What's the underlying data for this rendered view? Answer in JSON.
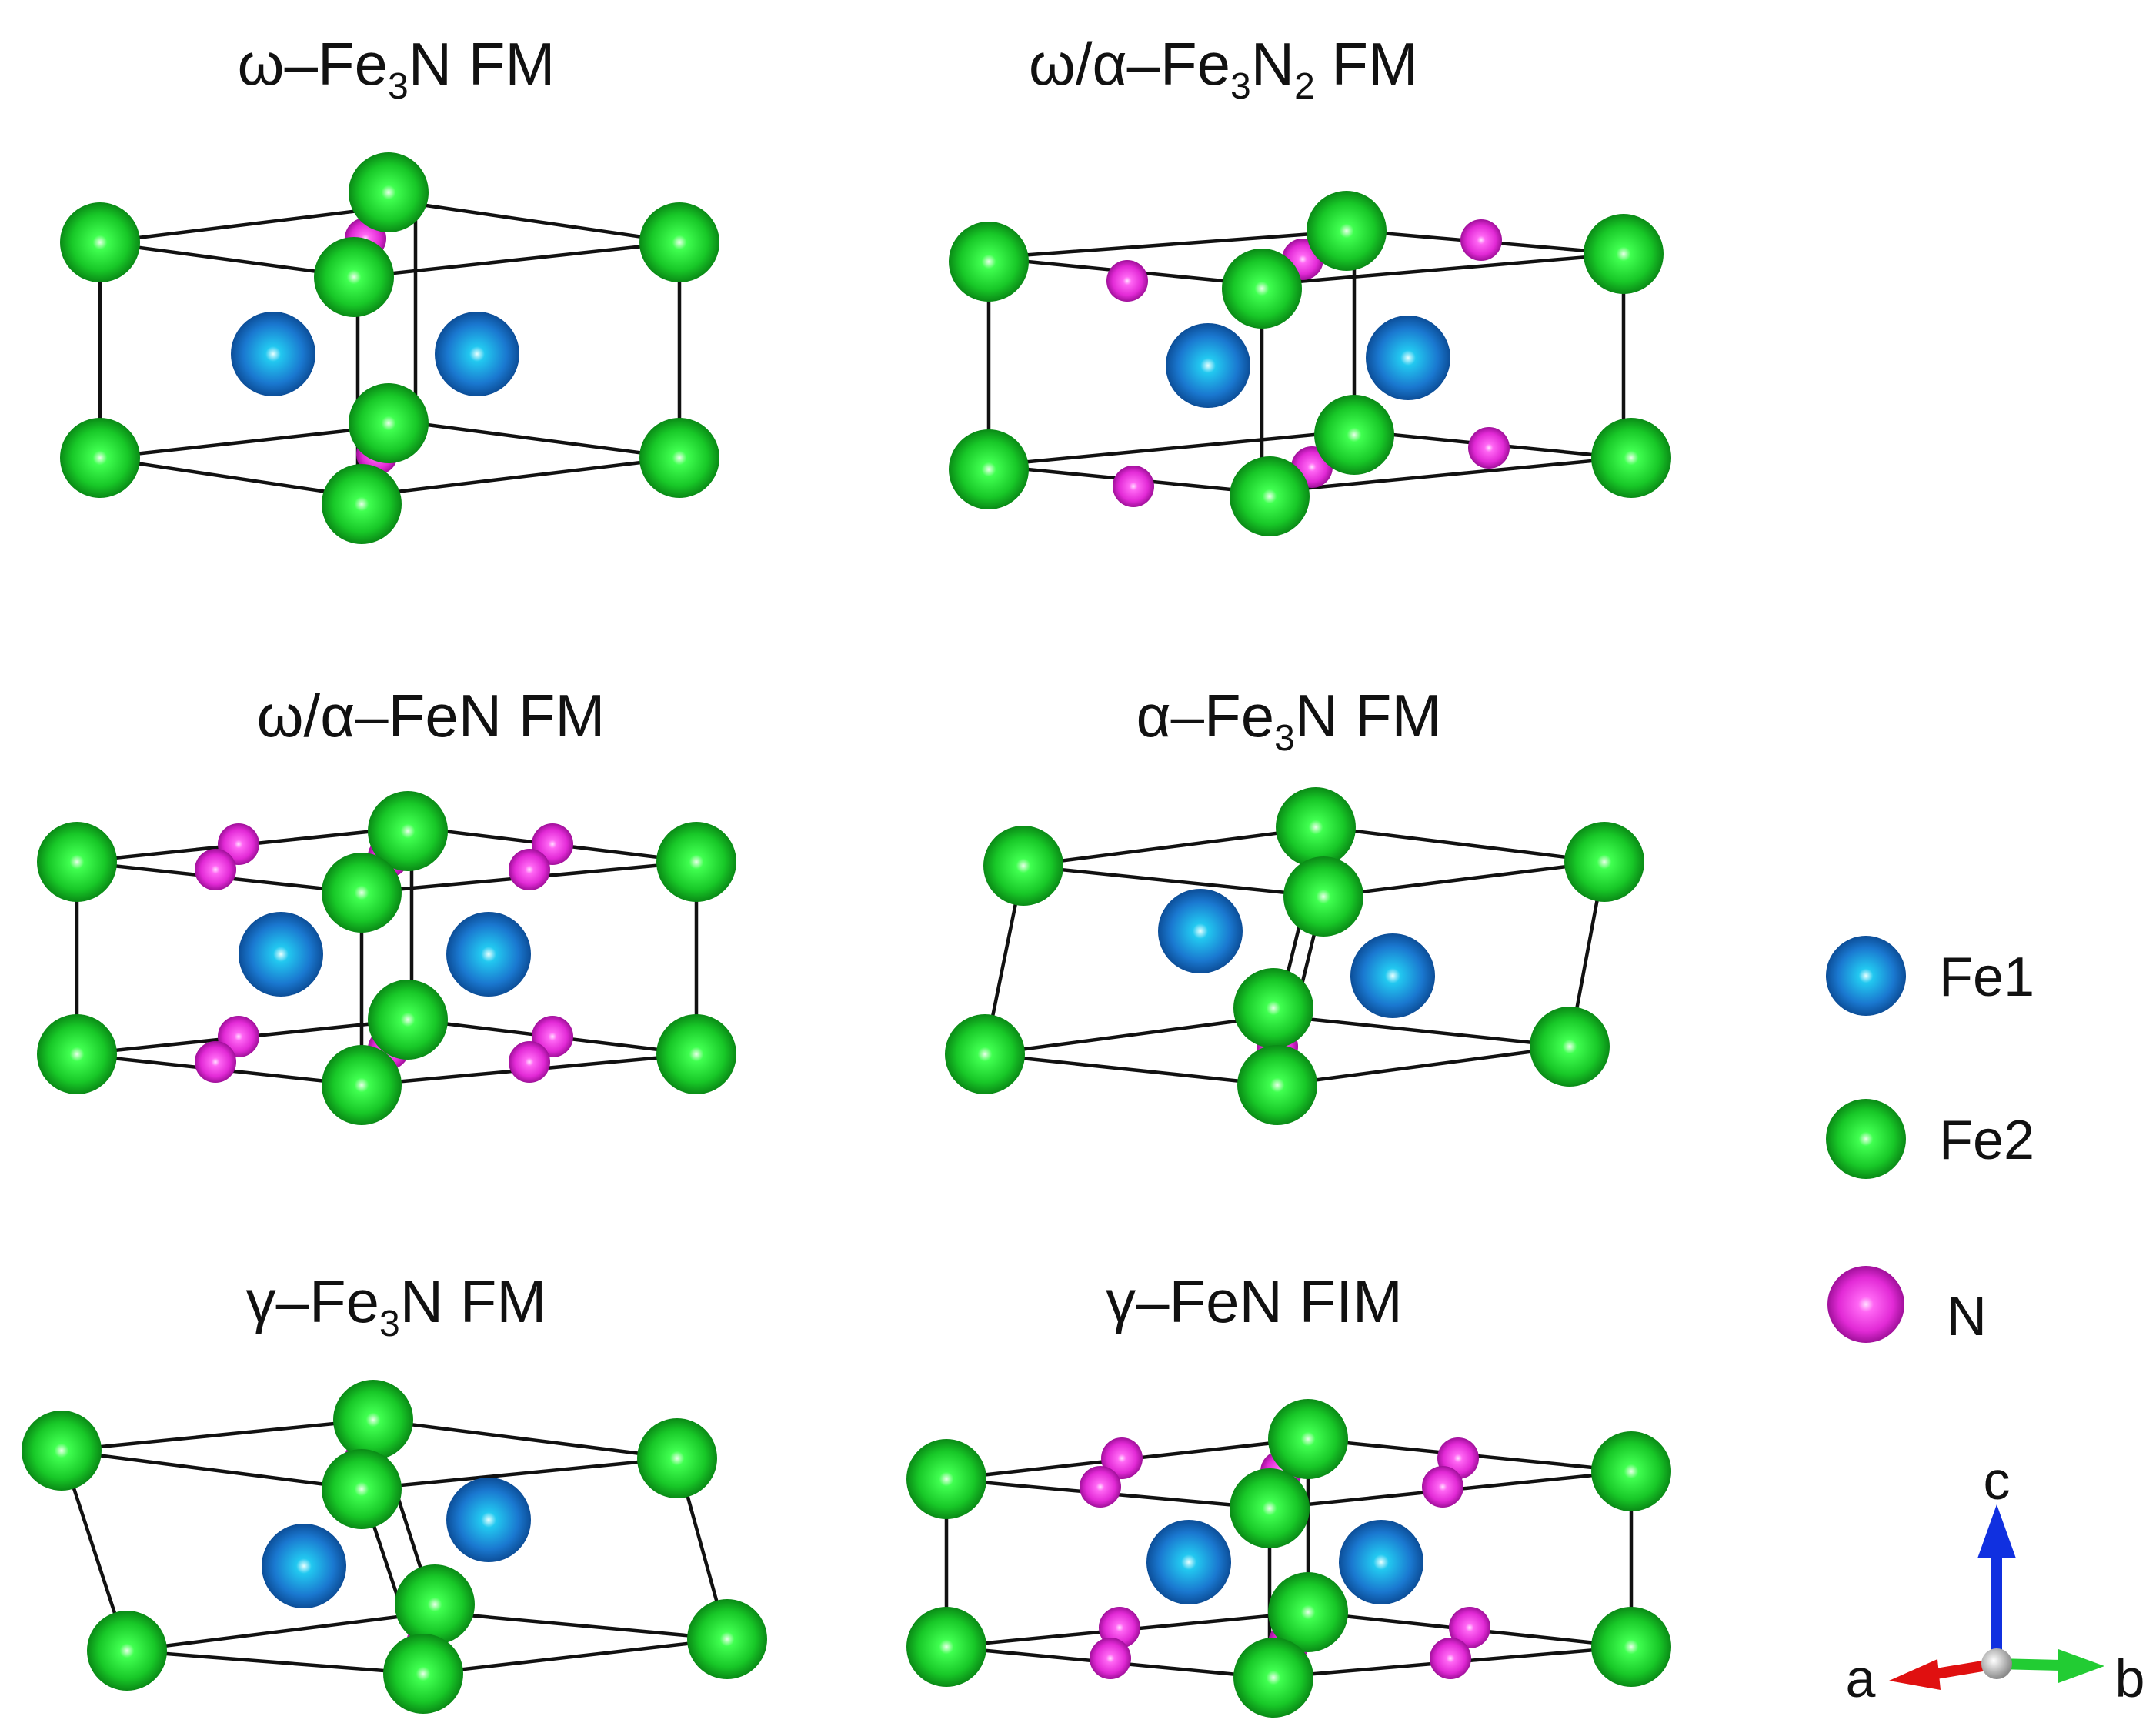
{
  "panels": [
    {
      "id": "omega-fe3n",
      "formula": {
        "prefix": "ω–Fe",
        "sub1": "3",
        "mid": "N",
        "sub2": "",
        "suffix": " FM"
      }
    },
    {
      "id": "omega-alpha-fe3n2",
      "formula": {
        "prefix": "ω/α–Fe",
        "sub1": "3",
        "mid": "N",
        "sub2": "2",
        "suffix": " FM"
      }
    },
    {
      "id": "omega-alpha-fen",
      "formula": {
        "prefix": "ω/α–FeN",
        "sub1": "",
        "mid": "",
        "sub2": "",
        "suffix": " FM"
      }
    },
    {
      "id": "alpha-fe3n",
      "formula": {
        "prefix": "α–Fe",
        "sub1": "3",
        "mid": "N",
        "sub2": "",
        "suffix": " FM"
      }
    },
    {
      "id": "gamma-fe3n",
      "formula": {
        "prefix": "γ–Fe",
        "sub1": "3",
        "mid": "N",
        "sub2": "",
        "suffix": " FM"
      }
    },
    {
      "id": "gamma-fen",
      "formula": {
        "prefix": "γ–FeN",
        "sub1": "",
        "mid": "",
        "sub2": "",
        "suffix": " FIM"
      }
    }
  ],
  "legend": [
    {
      "label": "Fe1",
      "color": "#1f7fd6"
    },
    {
      "label": "Fe2",
      "color": "#22d43a"
    },
    {
      "label": "N",
      "color": "#f034e6"
    }
  ],
  "axes": {
    "a": "a",
    "b": "b",
    "c": "c",
    "a_color": "#e01010",
    "b_color": "#22cc33",
    "c_color": "#1030e0",
    "origin_color": "#c8c8c8"
  }
}
